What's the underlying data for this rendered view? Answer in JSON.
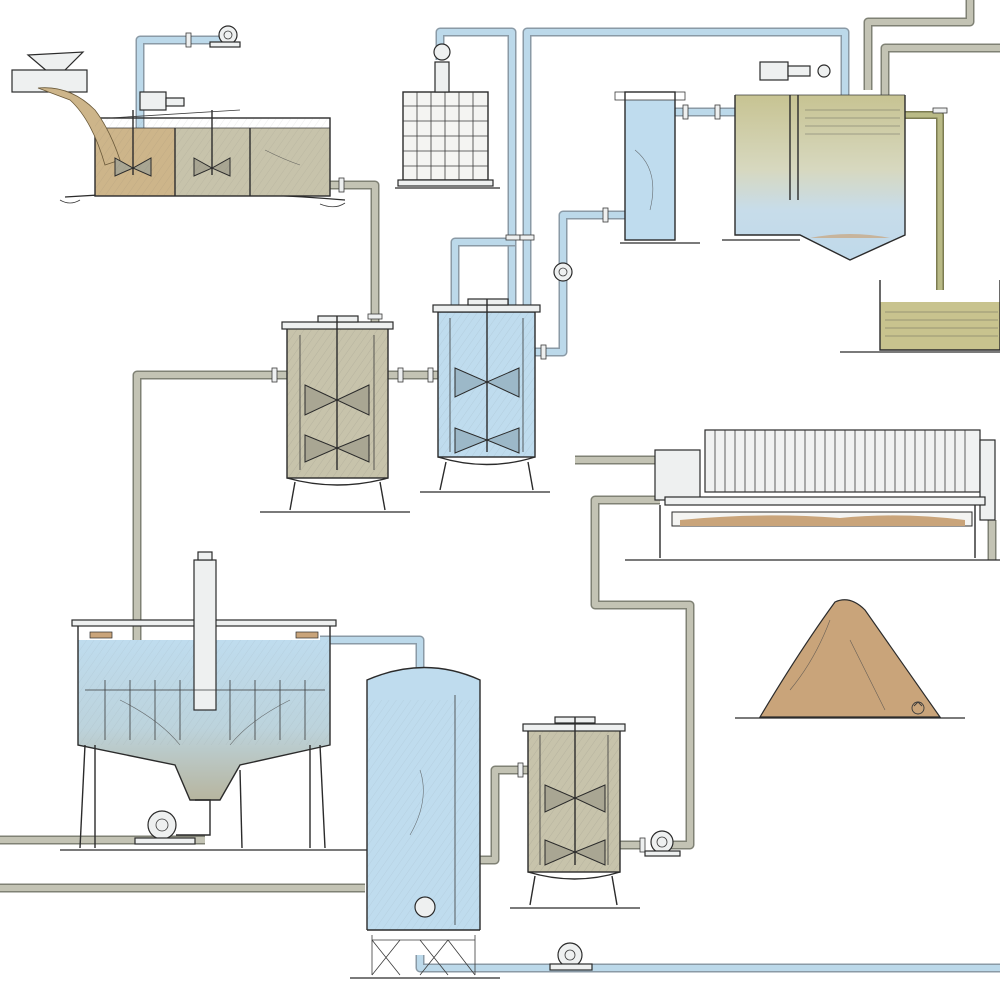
{
  "diagram": {
    "kind": "process-flow-illustration",
    "text_labels": [],
    "colors": {
      "clear_water": "#bfdcee",
      "grey_slurry": "#c7c3ab",
      "raw_sludge": "#cdb58a",
      "olive_liquid": "#c8c38e",
      "sediment": "#c9a47a"
    },
    "icons": [
      "recycle-icon"
    ],
    "components": [
      "hopper-mixing-tank",
      "ibc-container",
      "stirred-tank-grey",
      "stirred-tank-blue",
      "clear-water-tank",
      "sedimentation-clarifier",
      "olive-collection-basin",
      "filter-press",
      "sludge-pile",
      "thickener",
      "vertical-storage-tank",
      "stirred-tank-small",
      "centrifugal-pumps"
    ]
  }
}
